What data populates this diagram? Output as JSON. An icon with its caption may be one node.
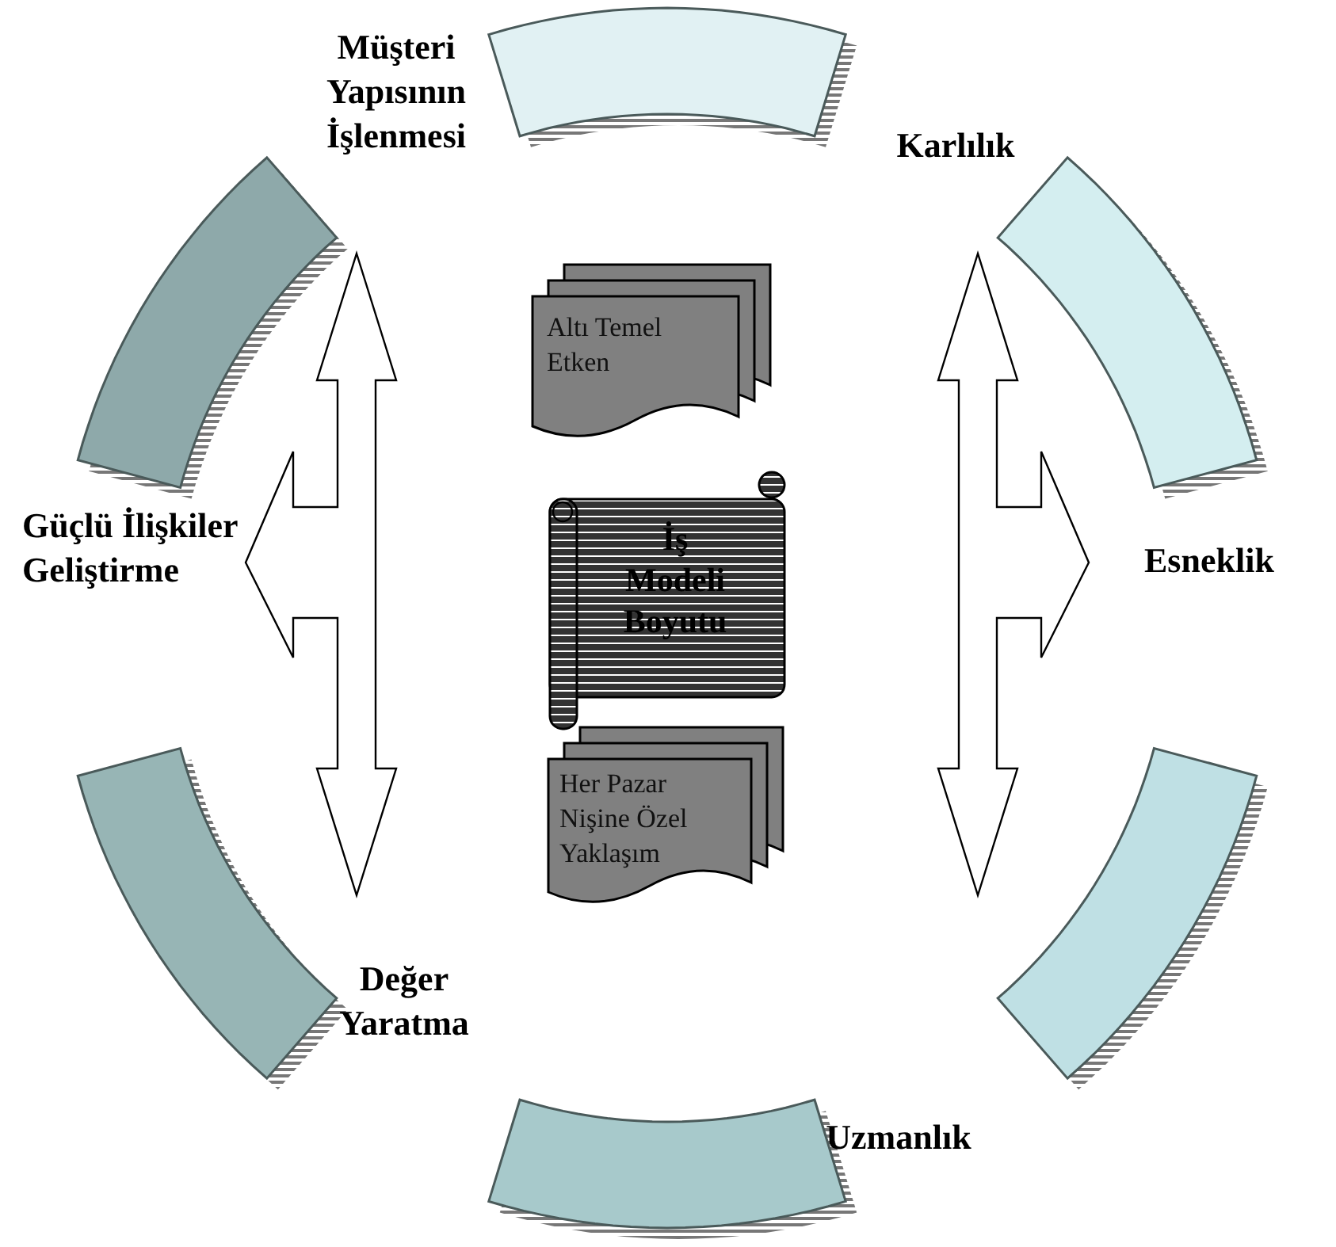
{
  "diagram": {
    "nodes": [
      {
        "text": [],
        "shape": "band"
      },
      {
        "text": [],
        "shape": "band"
      },
      {
        "text": [],
        "shape": "band"
      },
      {
        "text": [
          "Altı Temel Etken"
        ]
      },
      {
        "text": [
          "İş Modeli Boyutu"
        ]
      },
      {
        "text": [],
        "shape": "band"
      },
      {
        "text": [],
        "shape": "band"
      },
      {
        "text": [
          "Her Pazar Nişine Özel Yaklaşım"
        ]
      },
      {
        "text": [],
        "shape": "band"
      }
    ],
    "labels": [
      "Müşteri Yapısının İşlenmesi",
      "Karlılık",
      "Güçlü İlişkiler Geliştirme",
      "Esneklik",
      "Değer Yaratma",
      "Uzmanlık"
    ]
  }
}
